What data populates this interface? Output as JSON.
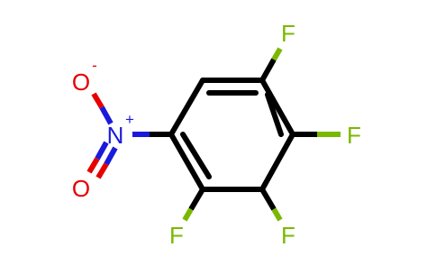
{
  "molecule": {
    "atoms": {
      "f_top": "F",
      "f_right": "F",
      "f_bottom_right": "F",
      "f_bottom_left": "F",
      "n_nitro": "N",
      "n_charge": "+",
      "o_top": "O",
      "o_top_charge": "-",
      "o_bottom": "O"
    },
    "colors": {
      "bond": "#000000",
      "fluorine": "#7ab800",
      "nitrogen": "#1a1adb",
      "oxygen": "#e60000"
    }
  }
}
